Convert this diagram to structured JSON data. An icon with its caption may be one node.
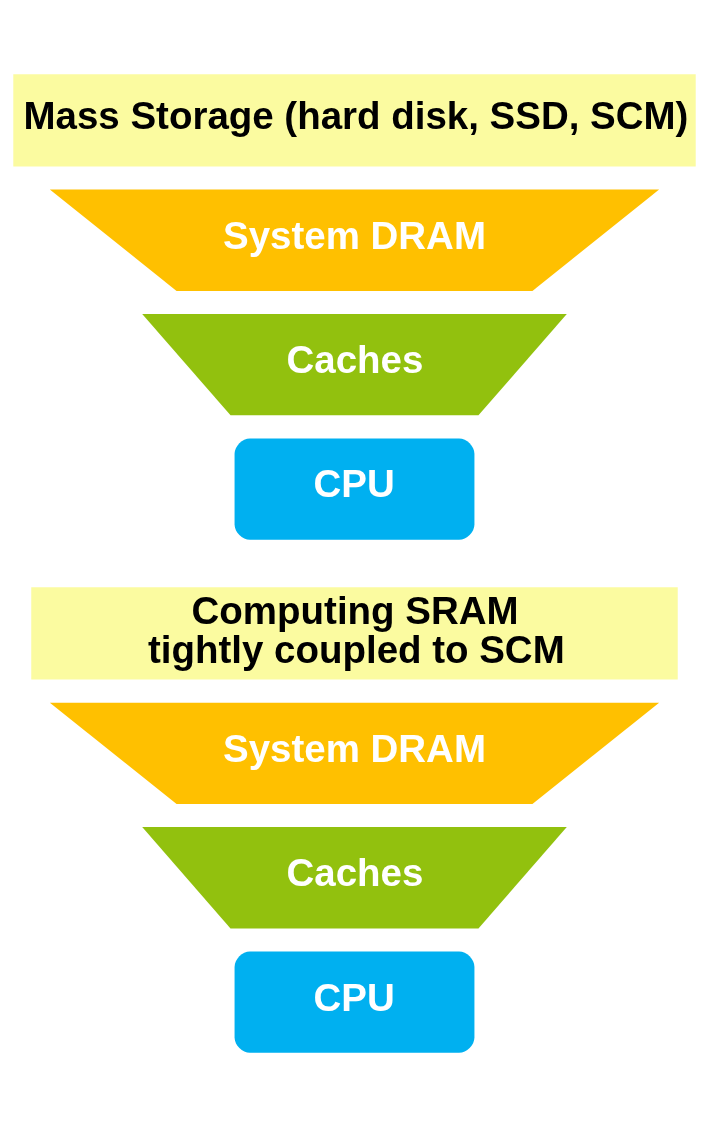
{
  "diagram": {
    "nodes": [
      {
        "text": [
          "Mass Storage (hard disk, SSD, SCM)"
        ]
      },
      {
        "text": [
          "System DRAM"
        ]
      },
      {
        "text": [
          "Caches"
        ]
      },
      {
        "text": [
          "CPU"
        ]
      },
      {
        "text": [
          "Computing SRAM",
          "tightly coupled to SCM"
        ]
      },
      {
        "text": [
          "System DRAM"
        ]
      },
      {
        "text": [
          "Caches"
        ]
      },
      {
        "text": [
          "CPU"
        ]
      }
    ],
    "edges": []
  }
}
